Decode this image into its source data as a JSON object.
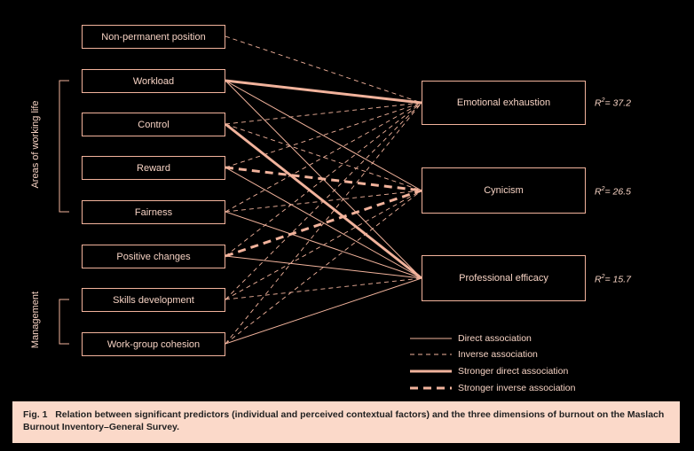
{
  "predictors": [
    {
      "id": "nonperm",
      "label": "Non-permanent position"
    },
    {
      "id": "workload",
      "label": "Workload"
    },
    {
      "id": "control",
      "label": "Control"
    },
    {
      "id": "reward",
      "label": "Reward"
    },
    {
      "id": "fairness",
      "label": "Fairness"
    },
    {
      "id": "positive",
      "label": "Positive changes"
    },
    {
      "id": "skills",
      "label": "Skills development"
    },
    {
      "id": "cohesion",
      "label": "Work-group cohesion"
    }
  ],
  "outcomes": [
    {
      "id": "ee",
      "label": "Emotional exhaustion",
      "r2_label": "R",
      "r2_value": "= 37.2"
    },
    {
      "id": "cy",
      "label": "Cynicism",
      "r2_label": "R",
      "r2_value": "= 26.5"
    },
    {
      "id": "pe",
      "label": "Professional efficacy",
      "r2_label": "R",
      "r2_value": "= 15.7"
    }
  ],
  "groups": {
    "areas": "Areas of working life",
    "management": "Management"
  },
  "associations": [
    {
      "from": "nonperm",
      "to": "ee",
      "type": "inverse"
    },
    {
      "from": "workload",
      "to": "ee",
      "type": "strong-direct"
    },
    {
      "from": "workload",
      "to": "cy",
      "type": "direct"
    },
    {
      "from": "workload",
      "to": "pe",
      "type": "direct"
    },
    {
      "from": "control",
      "to": "ee",
      "type": "inverse"
    },
    {
      "from": "control",
      "to": "cy",
      "type": "inverse"
    },
    {
      "from": "control",
      "to": "pe",
      "type": "strong-direct"
    },
    {
      "from": "reward",
      "to": "ee",
      "type": "inverse"
    },
    {
      "from": "reward",
      "to": "cy",
      "type": "strong-inverse"
    },
    {
      "from": "reward",
      "to": "pe",
      "type": "direct"
    },
    {
      "from": "fairness",
      "to": "ee",
      "type": "inverse"
    },
    {
      "from": "fairness",
      "to": "cy",
      "type": "inverse"
    },
    {
      "from": "fairness",
      "to": "pe",
      "type": "direct"
    },
    {
      "from": "positive",
      "to": "ee",
      "type": "inverse"
    },
    {
      "from": "positive",
      "to": "cy",
      "type": "strong-inverse"
    },
    {
      "from": "positive",
      "to": "pe",
      "type": "direct"
    },
    {
      "from": "skills",
      "to": "ee",
      "type": "inverse"
    },
    {
      "from": "skills",
      "to": "cy",
      "type": "inverse"
    },
    {
      "from": "skills",
      "to": "pe",
      "type": "inverse"
    },
    {
      "from": "cohesion",
      "to": "ee",
      "type": "inverse"
    },
    {
      "from": "cohesion",
      "to": "cy",
      "type": "inverse"
    },
    {
      "from": "cohesion",
      "to": "pe",
      "type": "direct"
    }
  ],
  "legend": {
    "direct": "Direct association",
    "inverse": "Inverse association",
    "strong_direct": "Stronger direct association",
    "strong_inverse": "Stronger inverse association"
  },
  "caption": {
    "fig": "Fig. 1",
    "text": "Relation between significant predictors (individual and perceived contextual factors) and the three dimensions of burnout on the Maslach Burnout Inventory–General Survey."
  },
  "colors": {
    "line": "#f2b39c",
    "text": "#f6d2c3",
    "caption_bg": "#fbd9c9"
  }
}
